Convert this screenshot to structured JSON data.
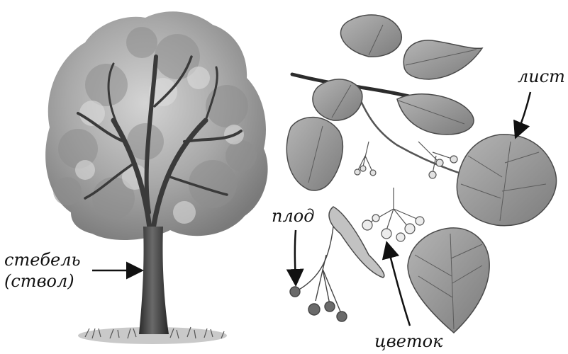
{
  "labels": {
    "stem_line1": "стебель",
    "stem_line2": "(ствол)",
    "fruit": "плод",
    "leaf": "лист",
    "flower": "цветок"
  },
  "colors": {
    "ink": "#111111",
    "foliage_light": "#bdbdbd",
    "foliage_mid": "#8e8e8e",
    "foliage_dark": "#5a5a5a",
    "trunk": "#3a3a3a",
    "leaf_fill": "#9a9a9a",
    "leaf_vein": "#5c5c5c"
  }
}
